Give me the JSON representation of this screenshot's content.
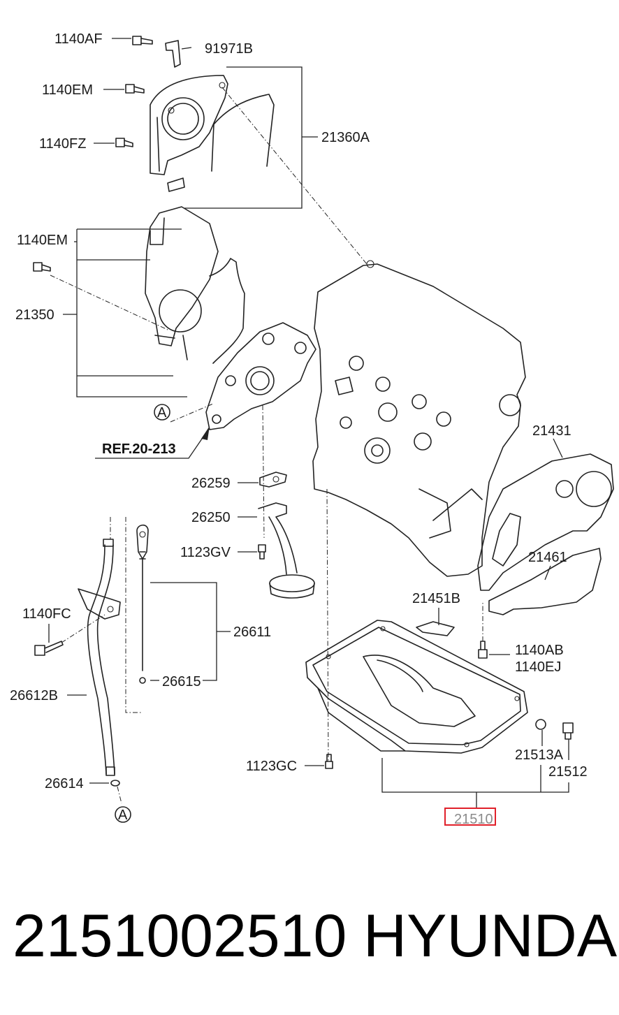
{
  "labels": {
    "l_1140AF": "1140AF",
    "l_91971B": "91971B",
    "l_1140EM_top": "1140EM",
    "l_1140FZ": "1140FZ",
    "l_21360A": "21360A",
    "l_1140EM_mid": "1140EM",
    "l_21350": "21350",
    "l_ref": "REF.20-213",
    "l_26259": "26259",
    "l_26250": "26250",
    "l_1123GV": "1123GV",
    "l_21431": "21431",
    "l_21461": "21461",
    "l_21451B": "21451B",
    "l_1140AB": "1140AB",
    "l_1140EJ": "1140EJ",
    "l_1140FC": "1140FC",
    "l_26611": "26611",
    "l_26615": "26615",
    "l_26612B": "26612B",
    "l_26614": "26614",
    "l_1123GC": "1123GC",
    "l_21513A": "21513A",
    "l_21512": "21512",
    "l_21510": "21510",
    "callout_a1": "A",
    "callout_a2": "A"
  },
  "highlight_color": "#e0202a",
  "footer": {
    "part_number": "2151002510",
    "brand": "HYUNDAI"
  }
}
